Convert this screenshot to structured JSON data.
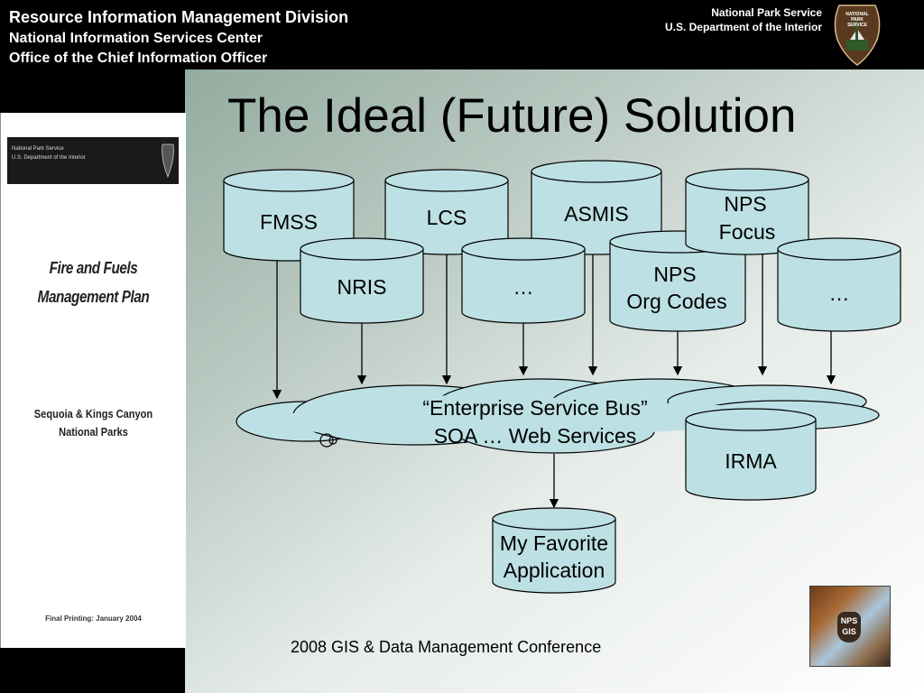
{
  "header": {
    "line1": "Resource Information Management Division",
    "line2": "National Information Services Center",
    "line3": "Office of the Chief Information Officer",
    "agency1": "National Park Service",
    "agency2": "U.S. Department of the Interior",
    "logo_text": "NATIONAL PARK SERVICE"
  },
  "cover": {
    "band_line1": "National Park Service",
    "band_line2": "U.S. Department of the Interior",
    "title_line1": "Fire and Fuels",
    "title_line2": "Management Plan",
    "sub_line1": "Sequoia & Kings Canyon",
    "sub_line2": "National Parks",
    "printing": "Final Printing: January 2004"
  },
  "slide": {
    "title": "The Ideal (Future) Solution",
    "footer": "2008 GIS & Data Management Conference"
  },
  "diagram": {
    "databases": {
      "fmss": "FMSS",
      "lcs": "LCS",
      "asmis": "ASMIS",
      "nps_focus_1": "NPS",
      "nps_focus_2": "Focus",
      "nris": "NRIS",
      "ellipsis_1": "…",
      "nps_org_1": "NPS",
      "nps_org_2": "Org Codes",
      "ellipsis_2": "…",
      "irma": "IRMA",
      "app_1": "My Favorite",
      "app_2": "Application"
    },
    "bus_line1": "“Enterprise Service Bus”",
    "bus_line2": "SOA … Web Services"
  },
  "logo_corner": {
    "badge_line1": "NPS",
    "badge_line2": "GIS"
  }
}
